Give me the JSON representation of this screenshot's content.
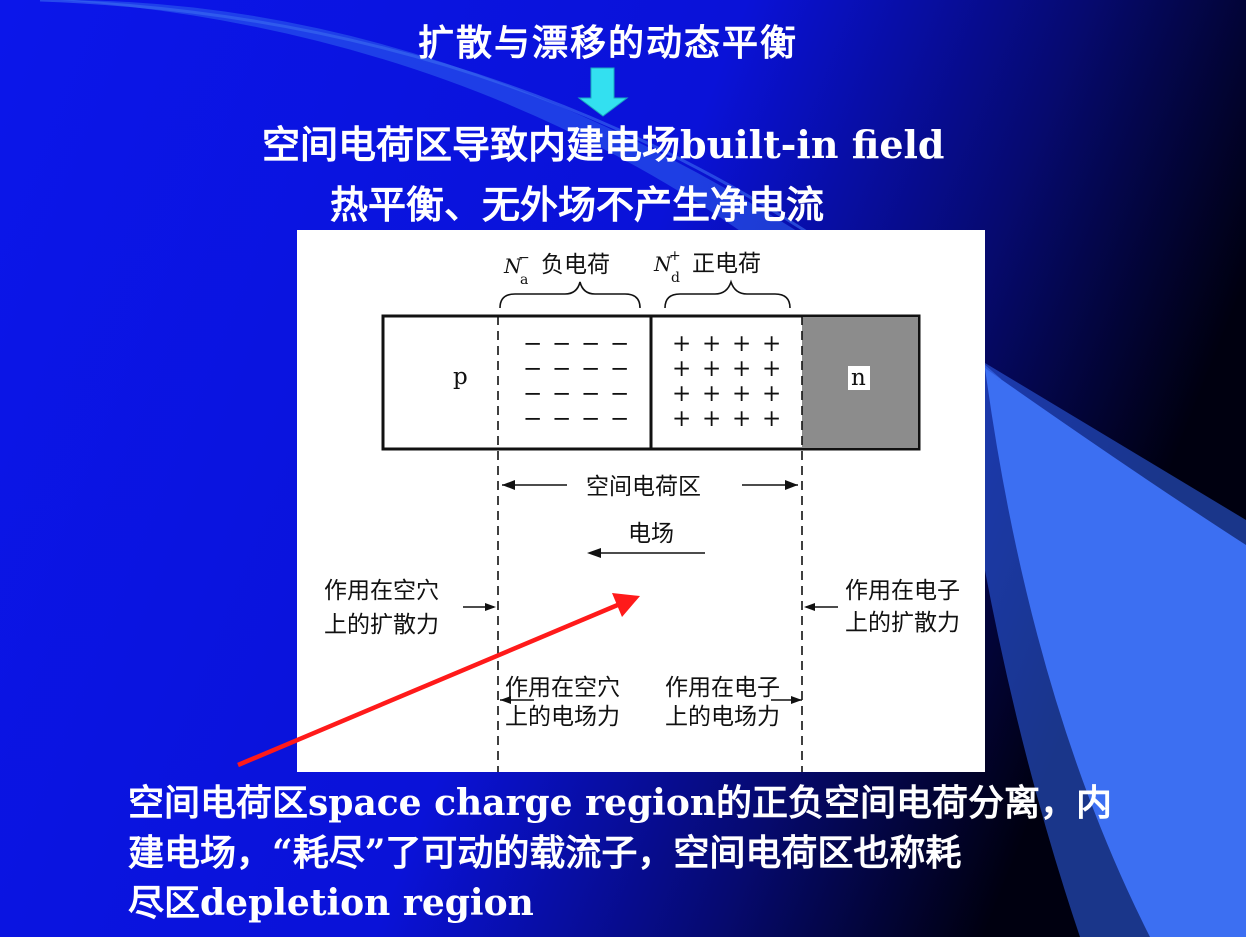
{
  "slide": {
    "title": "扩散与漂移的动态平衡",
    "line1": "空间电荷区导致内建电场built-in field",
    "line2": "热平衡、无外场不产生净电流",
    "bottom_lines": [
      "空间电荷区space charge region的正负空间电荷分离，内",
      "建电场，“耗尽”了可动的载流子，空间电荷区也称耗",
      "尽区depletion region"
    ]
  },
  "diagram": {
    "na_symbol": "N",
    "na_superscript": "−",
    "na_subscript": "a",
    "na_label": "负电荷",
    "nd_symbol": "N",
    "nd_superscript": "+",
    "nd_subscript": "d",
    "nd_label": "正电荷",
    "p_label": "p",
    "n_label": "n",
    "negative_sign": "−",
    "positive_sign": "+",
    "charge_rows": 4,
    "charge_cols": 4,
    "scr_label": "空间电荷区",
    "field_label": "电场",
    "hole_diffusion_line1": "作用在空穴",
    "hole_diffusion_line2": "上的扩散力",
    "electron_diffusion_line1": "作用在电子",
    "electron_diffusion_line2": "上的扩散力",
    "hole_field_line1": "作用在空穴",
    "hole_field_line2": "上的电场力",
    "electron_field_line1": "作用在电子",
    "electron_field_line2": "上的电场力"
  },
  "colors": {
    "background": "#0b14e6",
    "highlight_arrow": "#ff1a1a",
    "down_arrow": "#33e0f0",
    "n_region": "#8c8c8c"
  }
}
